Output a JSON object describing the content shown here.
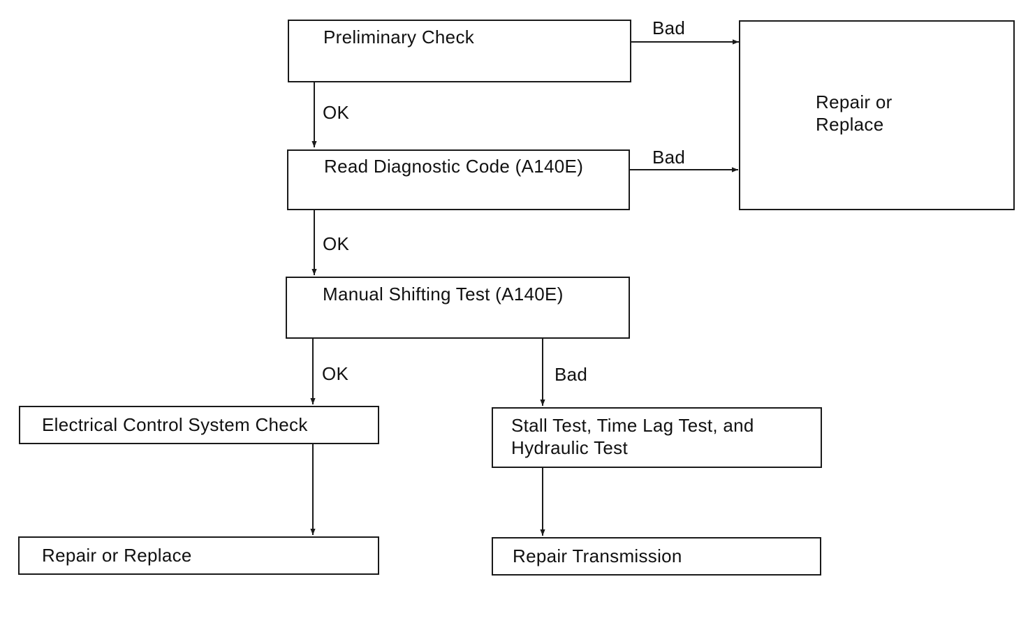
{
  "boxes": {
    "preliminary_check": {
      "label": "Preliminary Check"
    },
    "read_diagnostic_code": {
      "label": "Read Diagnostic Code (A140E)"
    },
    "manual_shifting_test": {
      "label": "Manual Shifting Test (A140E)"
    },
    "electrical_control_check": {
      "label": "Electrical Control System Check"
    },
    "repair_or_replace_left": {
      "label": "Repair or Replace"
    },
    "stall_test": {
      "line1": "Stall Test, Time Lag Test, and",
      "line2": "Hydraulic Test"
    },
    "repair_transmission": {
      "label": "Repair Transmission"
    },
    "repair_or_replace_right": {
      "line1": "Repair or",
      "line2": "Replace"
    }
  },
  "edges": {
    "prelim_ok": "OK",
    "prelim_bad": "Bad",
    "diag_ok": "OK",
    "diag_bad": "Bad",
    "manual_ok": "OK",
    "manual_bad": "Bad"
  }
}
